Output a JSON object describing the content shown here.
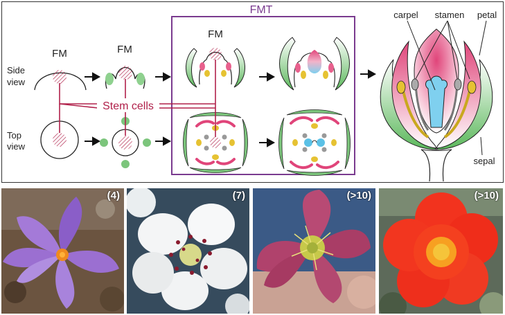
{
  "labels": {
    "fmt": "FMT",
    "fm_1": "FM",
    "fm_2": "FM",
    "fm_3": "FM",
    "side_view_1": "Side",
    "side_view_2": "view",
    "top_view_1": "Top",
    "top_view_2": "view",
    "stem_cells": "Stem cells",
    "carpel": "carpel",
    "stamen": "stamen",
    "petal": "petal",
    "sepal": "sepal"
  },
  "photos": [
    {
      "label": "(4)",
      "subject": "purple crocus flower"
    },
    {
      "label": "(7)",
      "subject": "white pear blossom"
    },
    {
      "label": "(>10)",
      "subject": "pink hellebore flower"
    },
    {
      "label": "(>10)",
      "subject": "red-orange portulaca flower"
    }
  ],
  "colors": {
    "stem_cells": "#b0204a",
    "fmt_frame": "#7a3b8f",
    "petal": "#e0457a",
    "sepal": "#4caf50",
    "stamen": "#e0b820",
    "carpel": "#39b5e0"
  }
}
